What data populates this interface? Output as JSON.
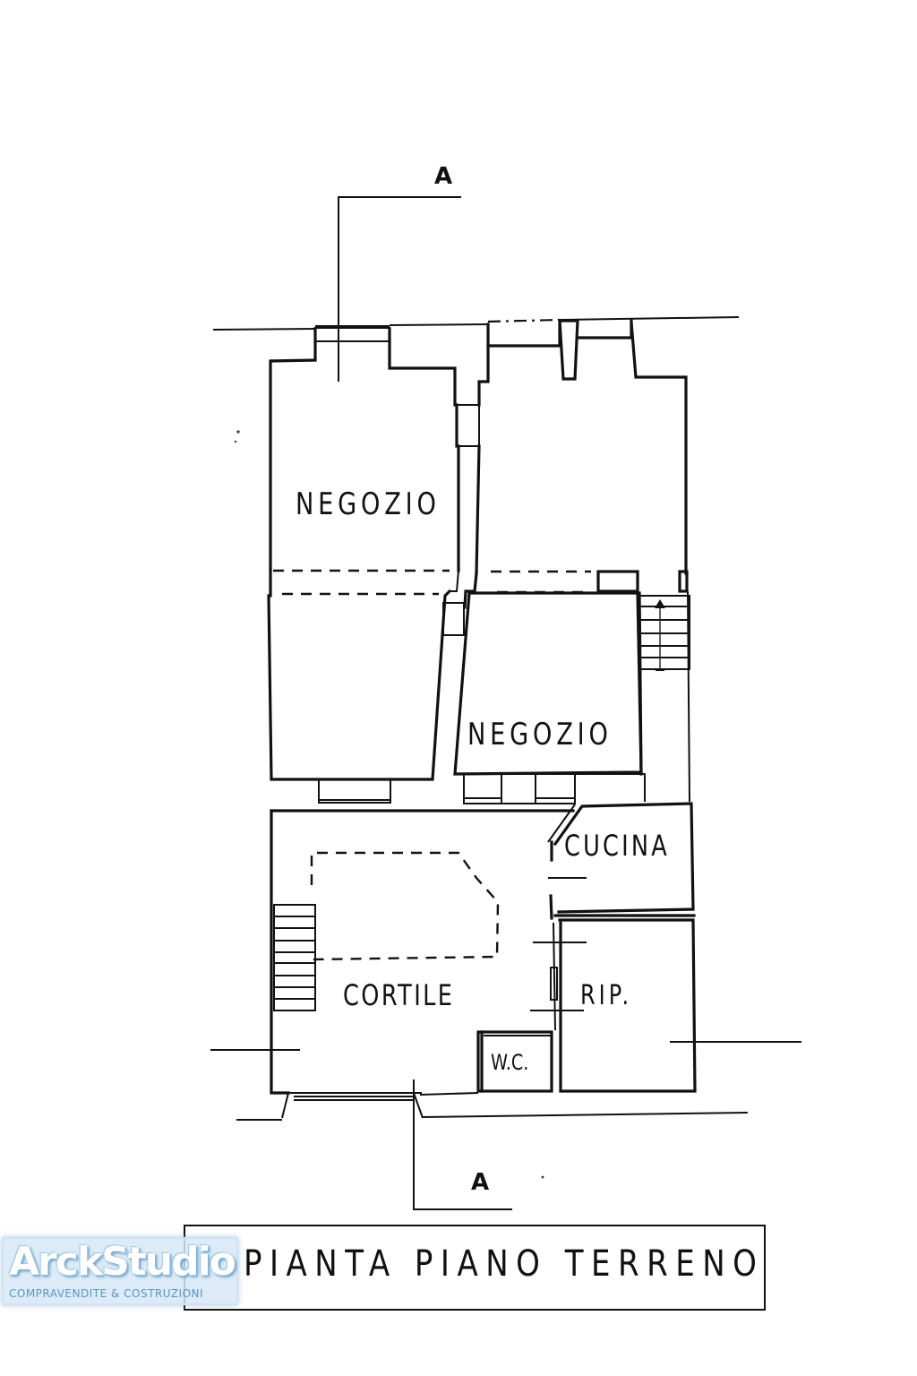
{
  "drawing": {
    "title": "PIANTA PIANO TERRENO",
    "section_marker_top": "A",
    "section_marker_bottom": "A",
    "rooms": [
      {
        "label": "NEGOZIO",
        "position": "upper-left"
      },
      {
        "label": "NEGOZIO",
        "position": "middle-right"
      },
      {
        "label": "CUCINA",
        "position": "right"
      },
      {
        "label": "CORTILE",
        "position": "lower-left"
      },
      {
        "label": "RIP.",
        "position": "lower-right"
      },
      {
        "label": "W.C.",
        "position": "lower-center"
      }
    ],
    "line_color": "#111111",
    "background_color": "#ffffff"
  },
  "logo": {
    "name": "ArckStudio",
    "tagline": "COMPRAVENDITE & COSTRUZIONI",
    "color": "#5b96c4"
  }
}
